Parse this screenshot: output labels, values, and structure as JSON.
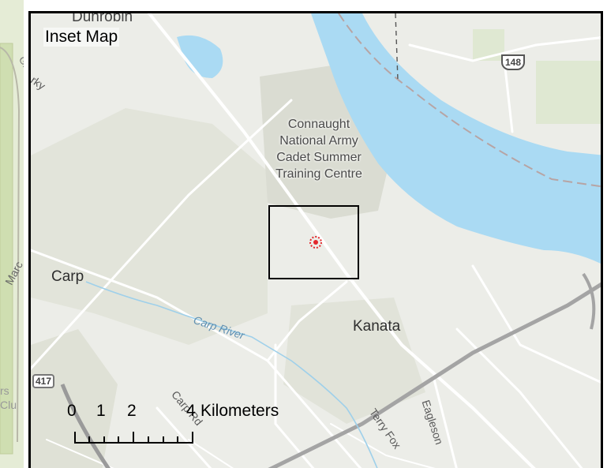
{
  "left_map": {
    "labels": [
      "rs",
      "Clu",
      "Greatech",
      "Marc"
    ]
  },
  "inset": {
    "title": "Inset Map",
    "places": {
      "dunrobin": "Dunrobin",
      "connaught": [
        "Connaught",
        "National Army",
        "Cadet Summer",
        "Training Centre"
      ],
      "carp": "Carp",
      "kanata": "Kanata"
    },
    "water_labels": {
      "carp_river": "Carp River"
    },
    "road_labels": {
      "carp_rd": "Carp Rd",
      "terry_fox": "Terry Fox",
      "eagleson": "Eagleson",
      "sky_partial": "rky"
    },
    "highway_shields": {
      "hwy148": "148",
      "hwy417": "417"
    },
    "scale_bar": {
      "ticks": [
        "0",
        "1",
        "2",
        "4"
      ],
      "unit": "Kilometers"
    },
    "marker": {
      "color": "#e3262b"
    },
    "colors": {
      "land": "#ecede8",
      "forest": "#dfe2d6",
      "water": "#aadaf3",
      "road": "#ffffff",
      "boundary": "#b7a4a4"
    }
  }
}
